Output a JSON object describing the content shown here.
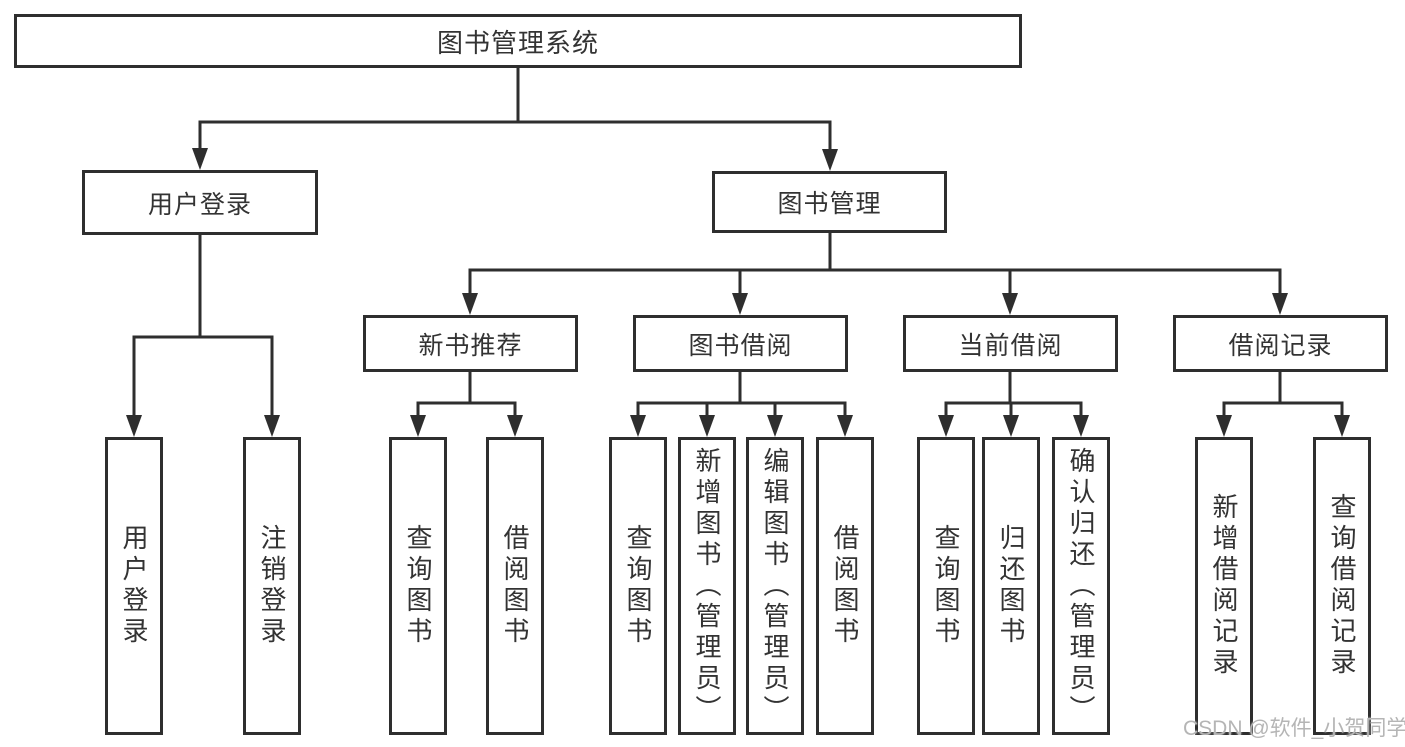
{
  "tree": {
    "root": "图书管理系统",
    "user_login": "用户登录",
    "book_management": "图书管理",
    "user_login_children": [
      "用户登录",
      "注销登录"
    ],
    "new_book": "新书推荐",
    "book_borrow": "图书借阅",
    "current_borrow": "当前借阅",
    "borrow_record": "借阅记录",
    "new_book_children": [
      "查询图书",
      "借阅图书"
    ],
    "book_borrow_children": [
      "查询图书",
      "新增图书（管理员）",
      "编辑图书（管理员）",
      "借阅图书"
    ],
    "current_borrow_children": [
      "查询图书",
      "归还图书",
      "确认归还（管理员）"
    ],
    "borrow_record_children": [
      "新增借阅记录",
      "查询借阅记录"
    ]
  },
  "watermark": "CSDN @软件_小贺同学",
  "colors": {
    "line": "#2e2e2e",
    "text": "#333333",
    "background": "#ffffff",
    "watermark": "#b5b5b5"
  }
}
